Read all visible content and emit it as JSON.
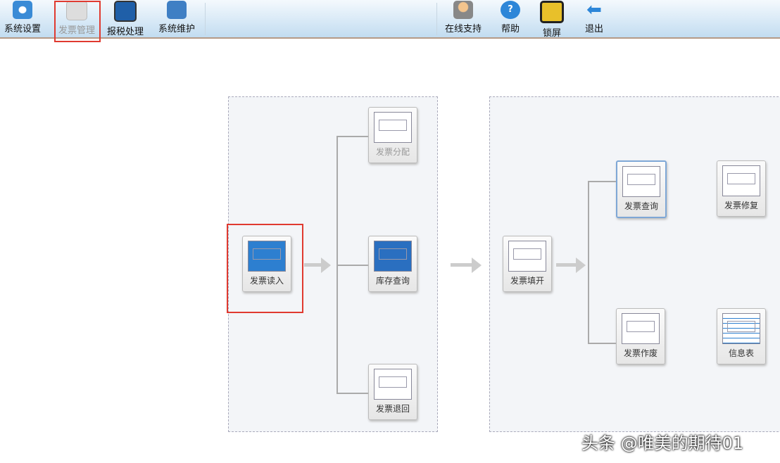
{
  "toolbar": {
    "left": [
      "系统设置",
      "发票管理",
      "报税处理",
      "系统维护"
    ],
    "right": [
      "在线支持",
      "帮助",
      "锁屏",
      "退出"
    ]
  },
  "flow": {
    "read": "发票读入",
    "allocate": "发票分配",
    "stock": "库存查询",
    "return": "发票退回",
    "issue": "发票填开",
    "query": "发票查询",
    "repair": "发票修复",
    "void": "发票作废",
    "info": "信息表"
  },
  "watermark": "头条 @唯美的期待01"
}
